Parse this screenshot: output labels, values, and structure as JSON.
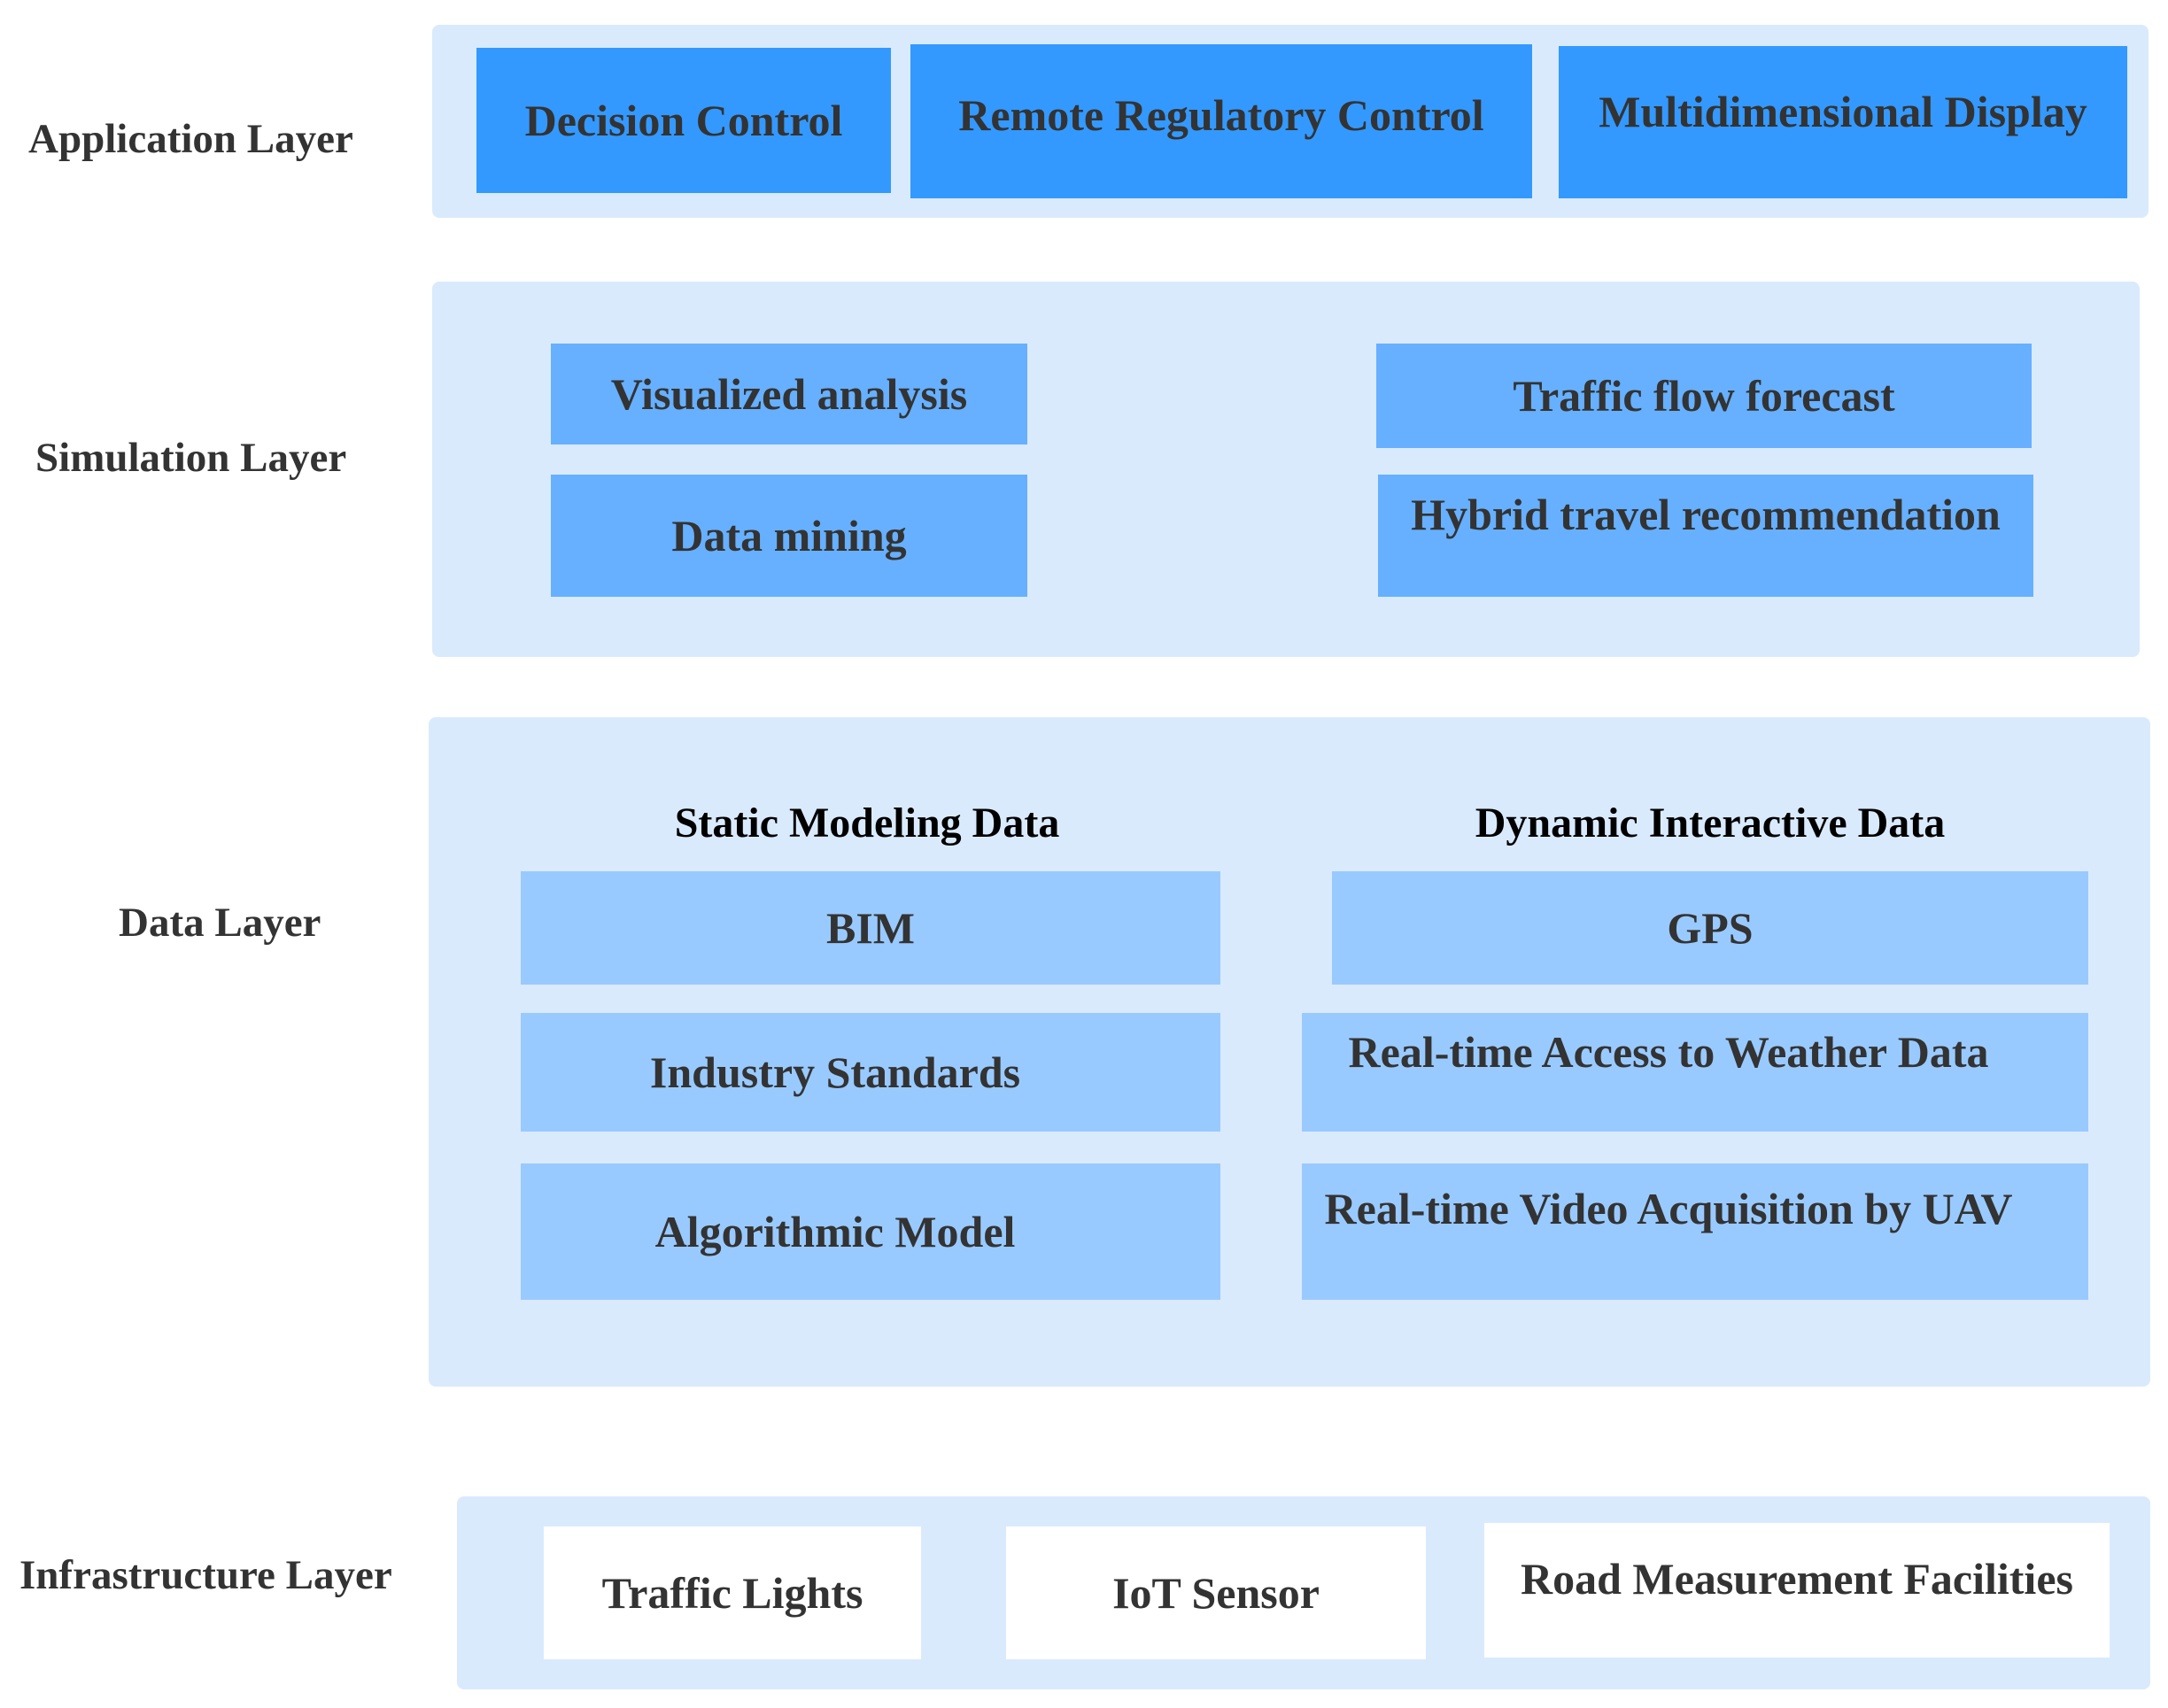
{
  "layers": {
    "application": {
      "label": "Application Layer",
      "items": [
        "Decision Control",
        "Remote Regulatory Control",
        "Multidimensional Display"
      ]
    },
    "simulation": {
      "label": "Simulation Layer",
      "items": [
        "Visualized analysis",
        "Data mining",
        "Traffic flow forecast",
        "Hybrid travel recommendation"
      ]
    },
    "data": {
      "label": "Data Layer",
      "static_heading": "Static Modeling Data",
      "dynamic_heading": "Dynamic Interactive Data",
      "static_items": [
        "BIM",
        "Industry Standards",
        "Algorithmic Model"
      ],
      "dynamic_items": [
        "GPS",
        "Real-time Access to Weather Data",
        "Real-time Video Acquisition by UAV"
      ]
    },
    "infrastructure": {
      "label": "Infrastructure Layer",
      "items": [
        "Traffic Lights",
        "IoT Sensor",
        "Road Measurement Facilities"
      ]
    }
  },
  "colors": {
    "panel": "#daeafd",
    "application_box": "#3399ff",
    "simulation_box": "#66b0ff",
    "data_box": "#99caff",
    "infrastructure_box": "#ffffff"
  }
}
